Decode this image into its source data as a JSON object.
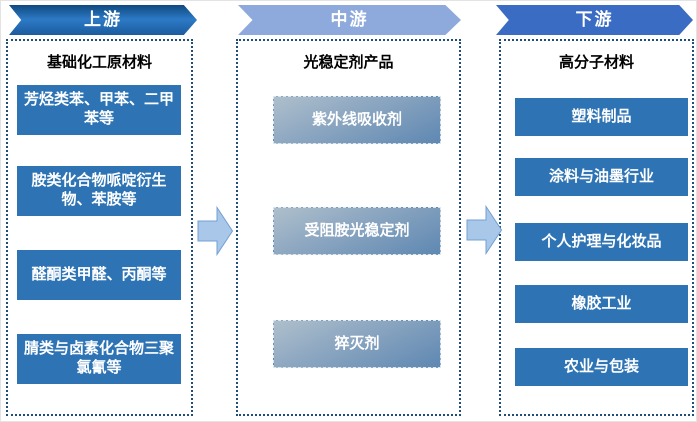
{
  "colors": {
    "upstream_arrow_top": "#10497f",
    "upstream_arrow_mid": "#2d7ac6",
    "upstream_arrow_bottom": "#1b5c9e",
    "midstream_arrow": "#8EA9DB",
    "downstream_arrow": "#3a6cc3",
    "solid_box": "#2E74B5",
    "container_border": "#1F4E79",
    "flow_arrow_fill": "#A9C7E9",
    "flow_arrow_stroke": "#71A0D2",
    "gradient_box_light": "#AEBFCC",
    "gradient_box_dark": "#5F88B2"
  },
  "columns": [
    {
      "stage_label": "上游",
      "header": "基础化工原材料",
      "items": [
        "芳烃类苯、甲苯、二甲苯等",
        "胺类化合物哌啶衍生物、苯胺等",
        "醛酮类甲醛、丙酮等",
        "腈类与卤素化合物三聚氯氰等"
      ]
    },
    {
      "stage_label": "中游",
      "header": "光稳定剂产品",
      "items": [
        "紫外线吸收剂",
        "受阻胺光稳定剂",
        "猝灭剂"
      ]
    },
    {
      "stage_label": "下游",
      "header": "高分子材料",
      "items": [
        "塑料制品",
        "涂料与油墨行业",
        "个人护理与化妆品",
        "橡胶工业",
        "农业与包装"
      ]
    }
  ]
}
